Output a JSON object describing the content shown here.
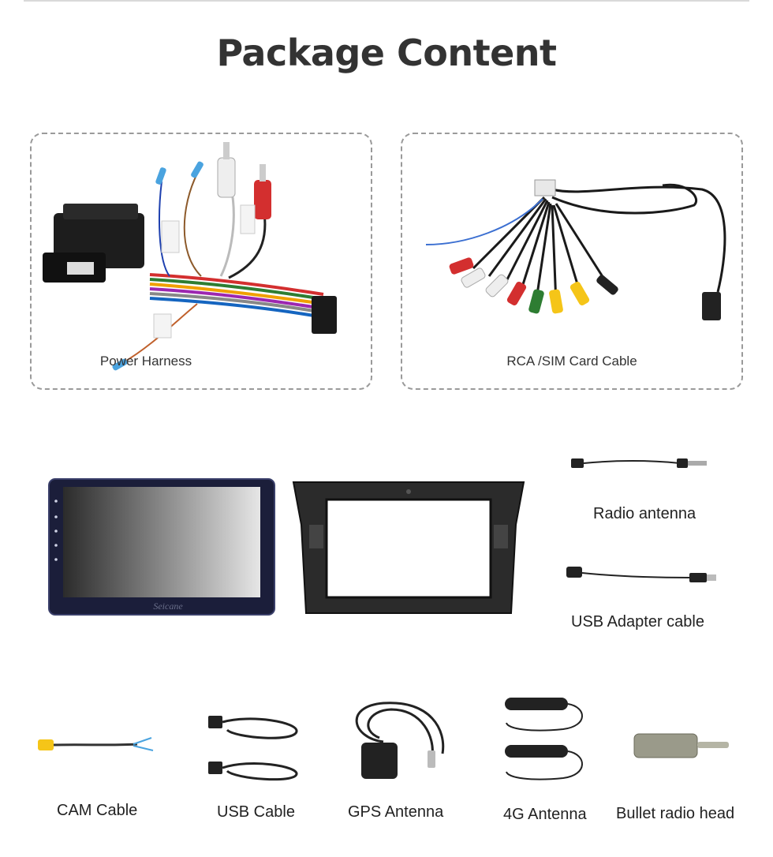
{
  "title": "Package Content",
  "items": {
    "power_harness": "Power Harness",
    "rca_sim_cable": "RCA /SIM Card Cable",
    "radio_antenna": "Radio antenna",
    "usb_adapter_cable": "USB Adapter cable",
    "cam_cable": "CAM Cable",
    "usb_cable": "USB Cable",
    "gps_antenna": "GPS Antenna",
    "antenna_4g": "4G Antenna",
    "bullet_radio_head": "Bullet radio head"
  },
  "brand": "Seicane",
  "colors": {
    "title": "#333333",
    "dashed_border": "#9a9a9a",
    "screen_frame": "#1b1e3a"
  }
}
